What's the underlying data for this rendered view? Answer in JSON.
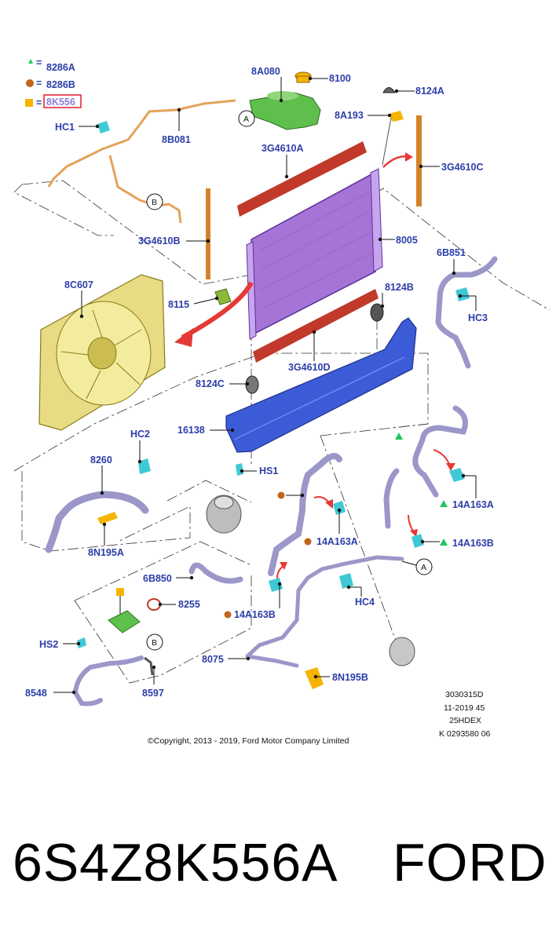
{
  "legend": [
    {
      "symbol": "triangle",
      "color": "#22c55e",
      "code": "8286A"
    },
    {
      "symbol": "circle",
      "color": "#c0651b",
      "code": "8286B"
    },
    {
      "symbol": "square",
      "color": "#f5b400",
      "code": "8K556"
    }
  ],
  "highlighted_code": "8K556",
  "labels": {
    "l_8A080": "8A080",
    "l_8100": "8100",
    "l_8124A": "8124A",
    "l_8A193": "8A193",
    "l_HC1": "HC1",
    "l_8B081": "8B081",
    "l_3G4610A": "3G4610A",
    "l_3G4610C": "3G4610C",
    "l_3G4610B": "3G4610B",
    "l_8005": "8005",
    "l_6B851": "6B851",
    "l_8C607": "8C607",
    "l_8115": "8115",
    "l_8124B": "8124B",
    "l_HC3": "HC3",
    "l_3G4610D": "3G4610D",
    "l_8124C": "8124C",
    "l_16138": "16138",
    "l_HS1": "HS1",
    "l_HC2": "HC2",
    "l_8260": "8260",
    "l_8N195A": "8N195A",
    "l_14A163A_r": "14A163A",
    "l_14A163A_m": "14A163A",
    "l_14A163B_r": "14A163B",
    "l_6B850": "6B850",
    "l_8255": "8255",
    "l_14A163B_m": "14A163B",
    "l_HC4": "HC4",
    "l_HS2": "HS2",
    "l_8075": "8075",
    "l_8N195B": "8N195B",
    "l_8548": "8548",
    "l_8597": "8597"
  },
  "callouts": {
    "A": "A",
    "B": "B"
  },
  "info_block": [
    "3030315D",
    "11-2019 45",
    "25HDEX",
    "K 0293580 06"
  ],
  "copyright": "©Copyright, 2013 - 2019, Ford Motor Company Limited",
  "footer": {
    "part_number": "6S4Z8K556A",
    "brand": "FORD"
  },
  "colors": {
    "label_blue": "#2c3ea8",
    "radiator": "#a574d6",
    "fan_shroud": "#e7dc83",
    "reservoir": "#5fbf4c",
    "seal": "#c0392b",
    "hose": "#9b97c9",
    "bracket": "#3b5cd6",
    "clip": "#3fc9d6",
    "arrow_red": "#e53935",
    "highlight_box": "#e11d2e",
    "vent_line": "#e3a25b"
  }
}
